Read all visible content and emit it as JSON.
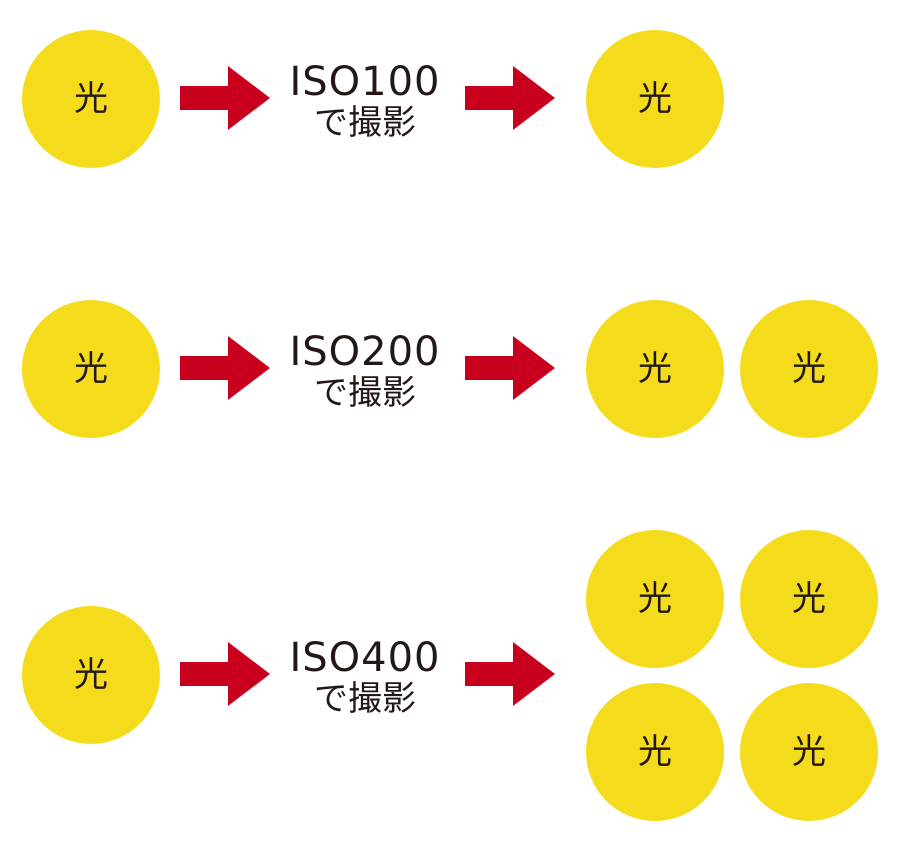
{
  "colors": {
    "circle": "#f4dc1c",
    "arrow": "#c8001e",
    "text": "#231815"
  },
  "rows": [
    {
      "input_label": "光",
      "iso": "ISO100",
      "action": "で撮影",
      "output_labels": [
        "光"
      ]
    },
    {
      "input_label": "光",
      "iso": "ISO200",
      "action": "で撮影",
      "output_labels": [
        "光",
        "光"
      ]
    },
    {
      "input_label": "光",
      "iso": "ISO400",
      "action": "で撮影",
      "output_labels": [
        "光",
        "光",
        "光",
        "光"
      ]
    }
  ]
}
